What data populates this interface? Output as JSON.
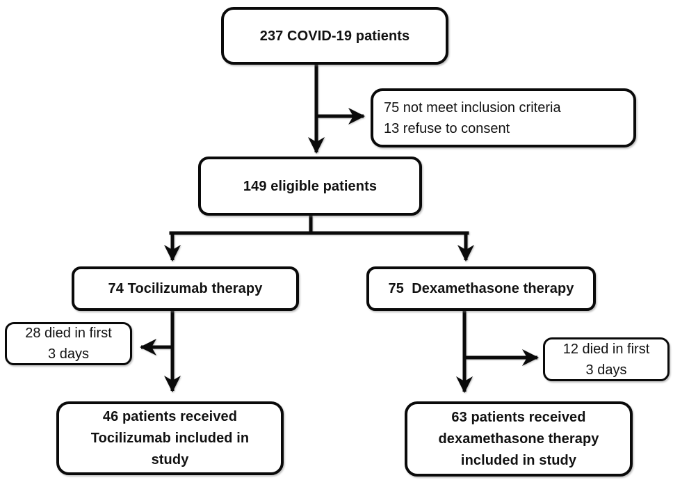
{
  "flowchart": {
    "nodes": {
      "total": {
        "lines": [
          "237 COVID-19 patients"
        ]
      },
      "excluded": {
        "lines": [
          "75 not meet inclusion criteria",
          "13 refuse to consent"
        ]
      },
      "eligible": {
        "lines": [
          "149 eligible patients"
        ]
      },
      "tocilizumab": {
        "lines": [
          "74 Tocilizumab therapy"
        ]
      },
      "dexamethasone": {
        "lines": [
          "75  Dexamethasone therapy"
        ]
      },
      "tocilizumab_died": {
        "lines": [
          "28 died in first",
          "3 days"
        ]
      },
      "dexamethasone_died": {
        "lines": [
          "12 died in first",
          "3 days"
        ]
      },
      "tocilizumab_included": {
        "lines": [
          "46 patients received",
          "Tocilizumab included in",
          "study"
        ]
      },
      "dexamethasone_included": {
        "lines": [
          "63 patients received",
          "dexamethasone therapy",
          "included in study"
        ]
      }
    },
    "colors": {
      "stroke": "#0a0a0a",
      "box_background": "#ffffff",
      "page_background": "#ffffff",
      "text": "#111111"
    }
  }
}
